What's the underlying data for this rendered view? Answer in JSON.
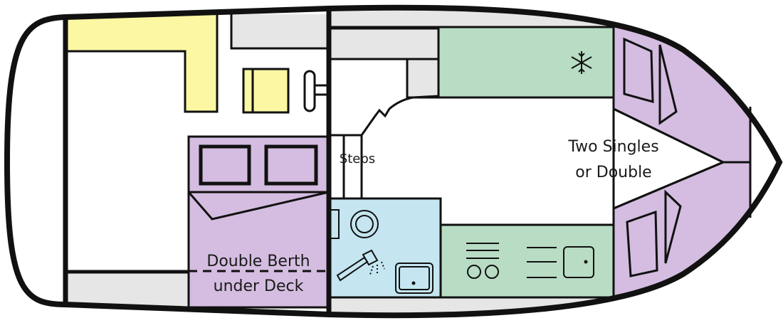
{
  "labels": {
    "steps": "Steps",
    "forward_cabin_line1": "Two Singles",
    "forward_cabin_line2": "or Double",
    "aft_cabin_line1": "Double Berth",
    "aft_cabin_line2": "under Deck"
  },
  "colors": {
    "outline": "#111111",
    "seating": "#fbf7a3",
    "berth": "#d4bde0",
    "galley": "#b8dcc4",
    "bathroom": "#c5e6f0",
    "storage": "#e6e6e6"
  },
  "icons": [
    "fridge-snowflake-icon",
    "stove-icon",
    "galley-sink-icon",
    "toilet-icon",
    "shower-icon",
    "bathroom-sink-icon",
    "helm-wheel-icon"
  ]
}
